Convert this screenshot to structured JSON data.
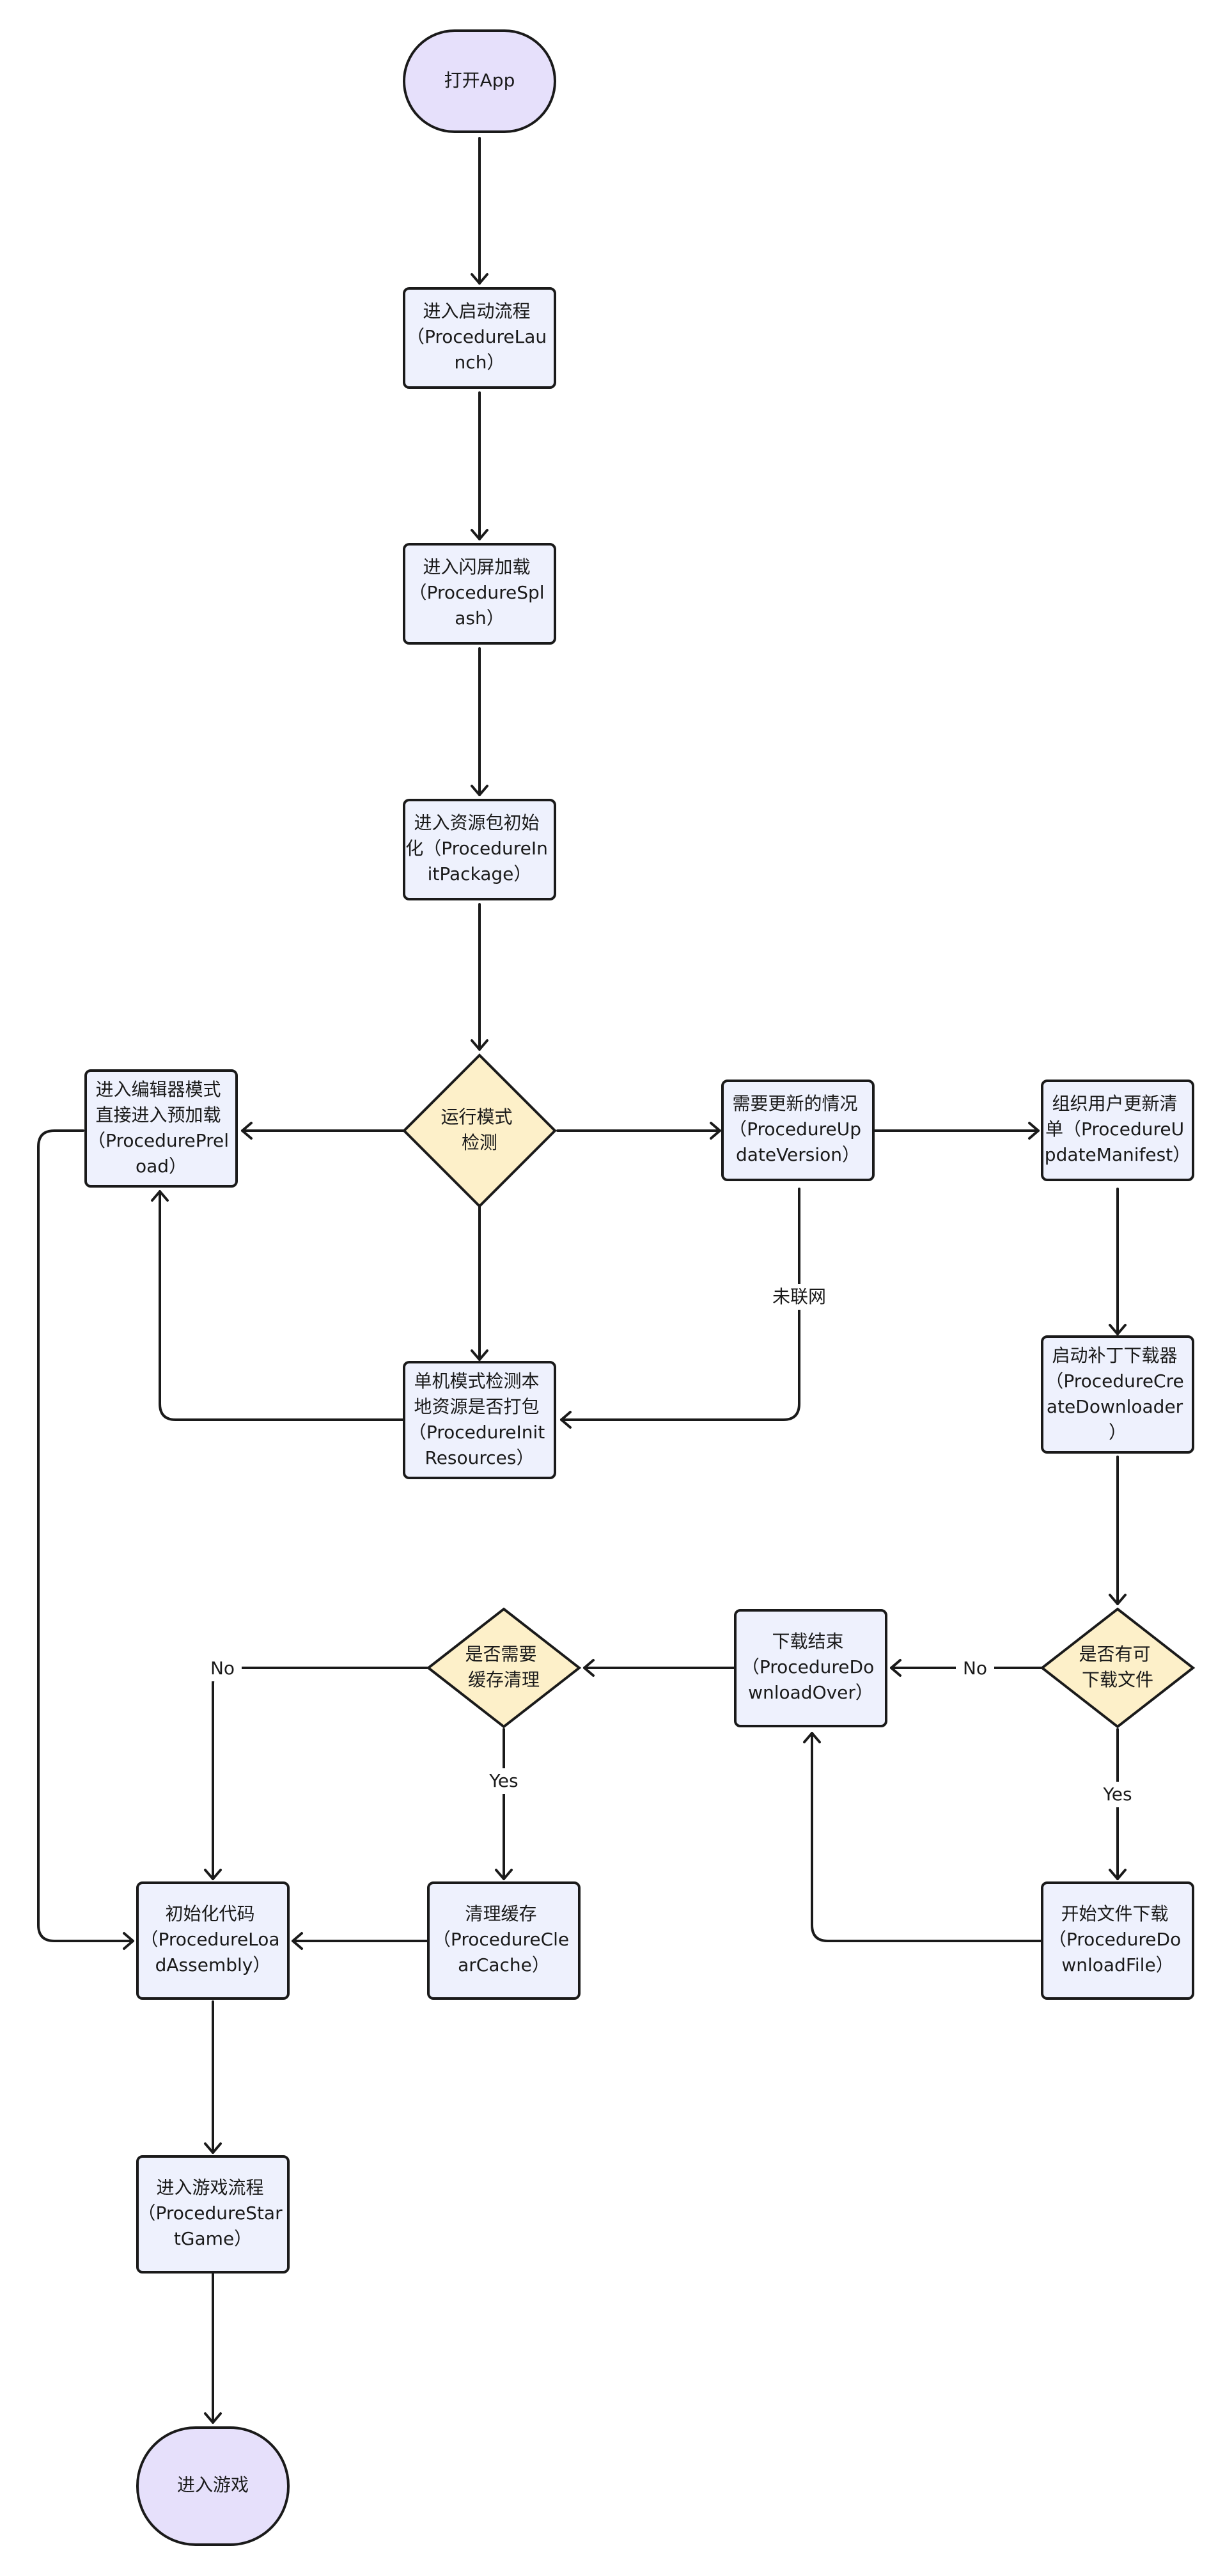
{
  "nodes": {
    "open_app": {
      "lines": [
        "打开App"
      ]
    },
    "launch": {
      "lines": [
        "进入启动流程",
        "（ProcedureLau",
        "nch）"
      ]
    },
    "splash": {
      "lines": [
        "进入闪屏加载",
        "（ProcedureSpl",
        "ash）"
      ]
    },
    "init_package": {
      "lines": [
        "进入资源包初始",
        "化（ProcedureIn",
        "itPackage）"
      ]
    },
    "run_mode": {
      "lines": [
        "运行模式",
        "检测"
      ]
    },
    "preload": {
      "lines": [
        "进入编辑器模式",
        "直接进入预加载",
        "（ProcedurePrel",
        "oad）"
      ]
    },
    "update_version": {
      "lines": [
        "需要更新的情况",
        "（ProcedureUp",
        "dateVersion）"
      ]
    },
    "update_manifest": {
      "lines": [
        "组织用户更新清",
        "单（ProcedureU",
        "pdateManifest）"
      ]
    },
    "init_resources": {
      "lines": [
        "单机模式检测本",
        "地资源是否打包",
        "（ProcedureInit",
        "Resources）"
      ]
    },
    "create_downloader": {
      "lines": [
        "启动补丁下载器",
        "（ProcedureCre",
        "ateDownloader",
        "）"
      ]
    },
    "has_download": {
      "lines": [
        "是否有可",
        "下载文件"
      ]
    },
    "download_over": {
      "lines": [
        "下载结束",
        "（ProcedureDo",
        "wnloadOver）"
      ]
    },
    "need_clear": {
      "lines": [
        "是否需要",
        "缓存清理"
      ]
    },
    "clear_cache": {
      "lines": [
        "清理缓存",
        "（ProcedureCle",
        "arCache）"
      ]
    },
    "load_assembly": {
      "lines": [
        "初始化代码",
        "（ProcedureLoa",
        "dAssembly）"
      ]
    },
    "download_file": {
      "lines": [
        "开始文件下载",
        "（ProcedureDo",
        "wnloadFile）"
      ]
    },
    "start_game": {
      "lines": [
        "进入游戏流程",
        "（ProcedureStar",
        "tGame）"
      ]
    },
    "enter_game": {
      "lines": [
        "进入游戏"
      ]
    }
  },
  "edge_labels": {
    "offline": "未联网",
    "no_download": "No",
    "yes_download": "Yes",
    "no_clear": "No",
    "yes_clear": "Yes"
  },
  "colors": {
    "process_fill": "#eef1fd",
    "terminal_fill": "#e6e0fb",
    "decision_fill": "#fdf0c9",
    "stroke": "#1a1a1a"
  }
}
